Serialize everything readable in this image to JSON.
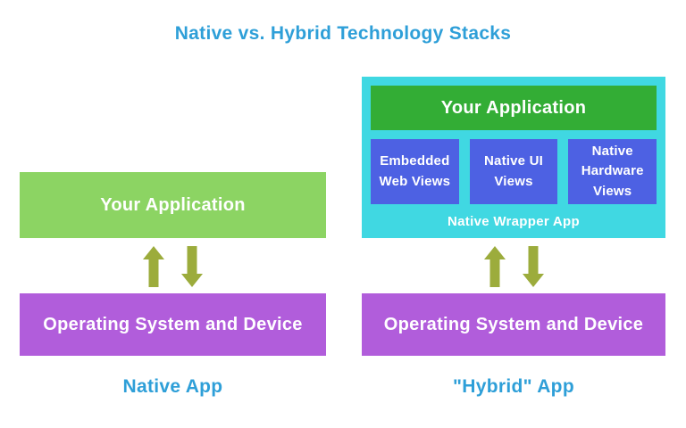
{
  "title": "Native vs. Hybrid Technology Stacks",
  "left": {
    "application_label": "Your Application",
    "os_label": "Operating System and Device",
    "caption": "Native App"
  },
  "right": {
    "application_label": "Your Application",
    "views": [
      {
        "label": "Embedded Web Views"
      },
      {
        "label": "Native UI Views"
      },
      {
        "label": "Native Hardware Views"
      }
    ],
    "wrapper_label": "Native Wrapper App",
    "os_label": "Operating System and Device",
    "caption": "\"Hybrid\" App"
  },
  "icons": {
    "up_arrow": "↑",
    "down_arrow": "↓"
  },
  "colors": {
    "heading_blue": "#2e9fd8",
    "native_app_green": "#8cd463",
    "hybrid_app_green": "#33ad35",
    "wrapper_cyan": "#40d8e2",
    "view_blue": "#4d61e3",
    "os_purple": "#b15ddb",
    "arrow_olive": "#9cac3c",
    "box_text_white": "#ffffff"
  }
}
